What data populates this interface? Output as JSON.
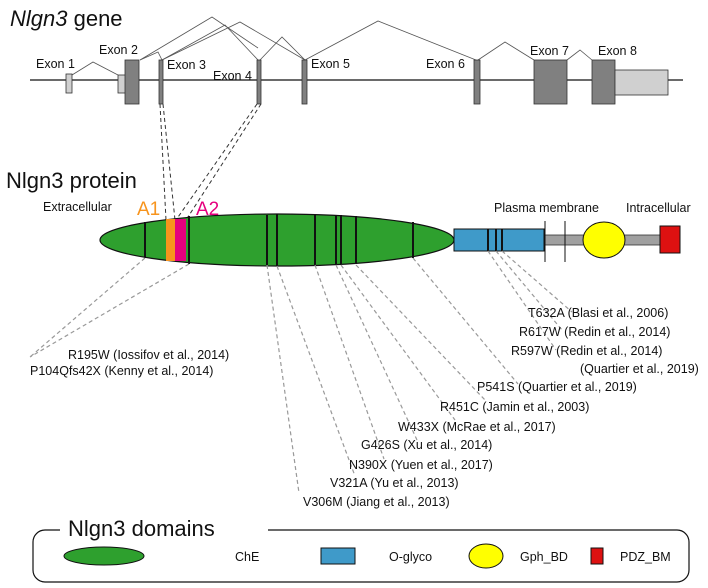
{
  "gene": {
    "title_italic": "Nlgn3",
    "title_suffix": " gene",
    "exons": [
      "Exon 1",
      "Exon 2",
      "Exon 3",
      "Exon 4",
      "Exon 5",
      "Exon 6",
      "Exon 7",
      "Exon 8"
    ]
  },
  "protein": {
    "title": "Nlgn3 protein",
    "extracellular": "Extracellular",
    "a1": "A1",
    "a2": "A2",
    "plasma_membrane": "Plasma membrane",
    "intracellular": "Intracellular"
  },
  "mutations_left": [
    "R195W (Iossifov et al., 2014)",
    "P104Qfs42X (Kenny et al., 2014)"
  ],
  "mutations_right": [
    "T632A (Blasi et al., 2006)",
    "R617W (Redin et al., 2014)",
    "R597W (Redin et al., 2014)",
    "(Quartier et al., 2019)",
    "P541S (Quartier et al., 2019)",
    "R451C (Jamin et al., 2003)",
    "W433X (McRae et al., 2017)",
    "G426S (Xu et al., 2014)",
    "N390X (Yuen et al., 2017)",
    "V321A (Yu et al., 2013)",
    "V306M (Jiang et al., 2013)"
  ],
  "legend": {
    "title": "Nlgn3 domains",
    "items": [
      "ChE",
      "O-glyco",
      "Gph_BD",
      "PDZ_BM"
    ]
  },
  "colors": {
    "che": "#2ea02e",
    "o_glyco": "#3f9ac9",
    "gph_bd": "#ffff00",
    "pdz_bm": "#dd1111",
    "a1": "#f7941d",
    "a2": "#e5007e",
    "exon": "#808080",
    "utr": "#d0d0d0"
  }
}
